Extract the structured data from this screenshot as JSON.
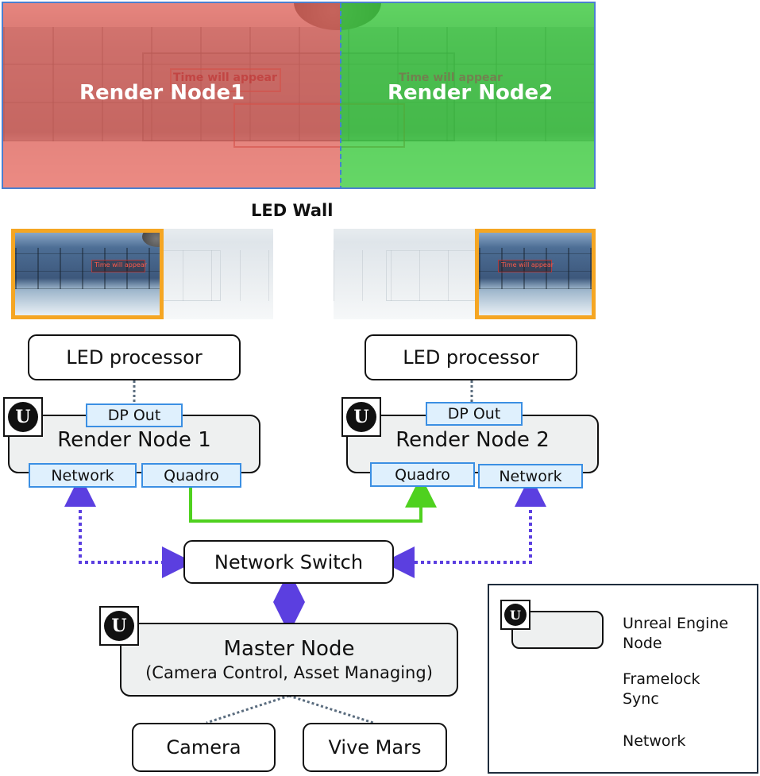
{
  "led_wall": {
    "title": "LED Wall",
    "left_label": "Render Node1",
    "right_label": "Render Node2",
    "sign_text": "Time will appear"
  },
  "colors": {
    "render_node1_overlay": "#e86054",
    "render_node2_overlay": "#3ccd3c",
    "highlight": "#f5a623",
    "framelock": "#4fd11f",
    "network": "#5b3fe0",
    "port_border": "#3b8fe3",
    "port_fill": "#dff0fd",
    "node_fill": "#eef0f0"
  },
  "diagram": {
    "led_processor_left": "LED processor",
    "led_processor_right": "LED processor",
    "render_node_1": {
      "label": "Render Node 1",
      "dp_out": "DP Out",
      "network": "Network",
      "quadro": "Quadro"
    },
    "render_node_2": {
      "label": "Render Node 2",
      "dp_out": "DP Out",
      "network": "Network",
      "quadro": "Quadro"
    },
    "network_switch": "Network Switch",
    "master_node": {
      "title": "Master Node",
      "subtitle": "(Camera Control, Asset Managing)"
    },
    "camera": "Camera",
    "vive_mars": "Vive Mars",
    "engine_logo": "U"
  },
  "legend": {
    "unreal_engine_node": [
      "Unreal Engine",
      "Node"
    ],
    "framelock_sync": [
      "Framelock",
      "Sync"
    ],
    "network": "Network"
  }
}
